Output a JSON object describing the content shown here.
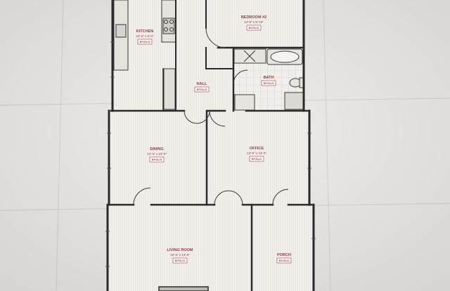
{
  "rooms": {
    "kitchen": {
      "name": "KITCHEN",
      "dims": "15'-6\" x 9'-0\"",
      "badge": "BYGLG"
    },
    "bedroom2": {
      "name": "BEDROOM #2",
      "dims": "13'-9\" x 9'-10\"",
      "badge": "BYGLG"
    },
    "hall": {
      "name": "HALL",
      "badge": "BYGLG"
    },
    "bath": {
      "name": "BATH",
      "badge": "BYGLG"
    },
    "dining": {
      "name": "DINING",
      "dims": "13'-4\" x 13'-0\"",
      "badge": "BYGLG"
    },
    "office": {
      "name": "OFFICE",
      "dims": "13'-9\" x 13'-0\"",
      "badge": "BYGLG"
    },
    "living": {
      "name": "LIVING ROOM",
      "dims": "19'-5\" x 13'-6\"",
      "badge": "BYGLG"
    },
    "porch": {
      "name": "PORCH",
      "badge": "BYGLG"
    }
  },
  "colors": {
    "paper": "#f3f2ef",
    "wall": "#2a2a2a",
    "floor_lines": "#c9c7c2",
    "label": "#9b3c3c",
    "background": "#e9e7e3"
  }
}
